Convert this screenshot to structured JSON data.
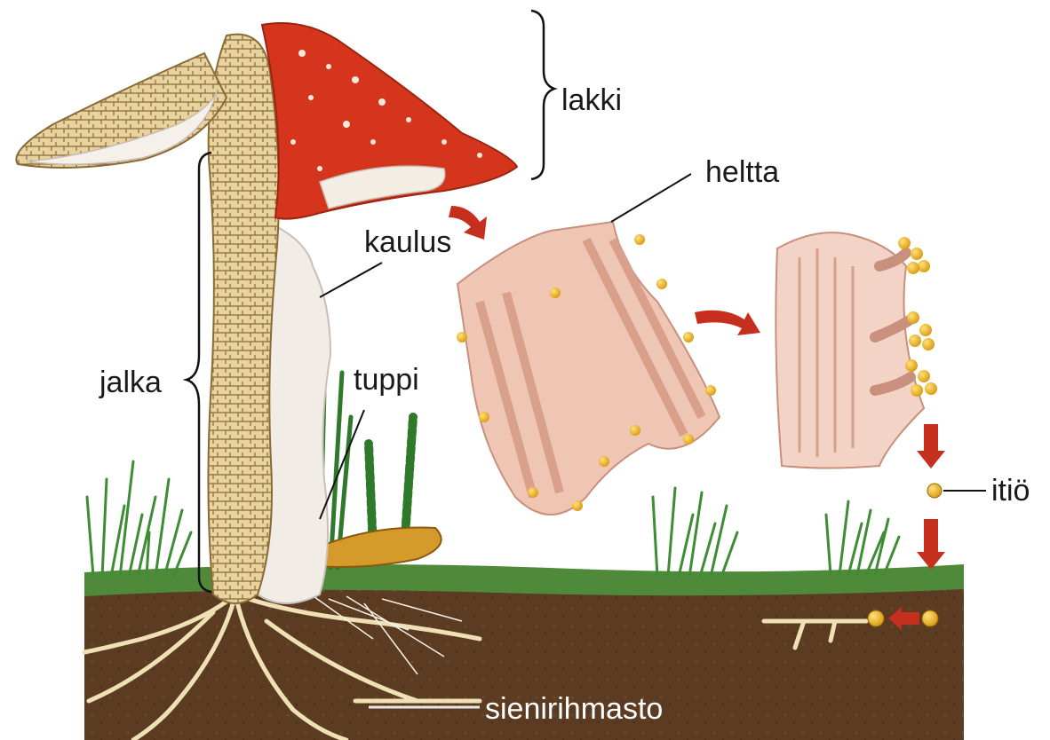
{
  "labels": {
    "cap": "lakki",
    "gill": "heltta",
    "ring": "kaulus",
    "stem": "jalka",
    "volva": "tuppi",
    "spore": "itiö",
    "mycelium": "sienirihmasto"
  },
  "colors": {
    "cap": "#d4351c",
    "cap_spots": "#f6e9dc",
    "hyphae": "#e6cf99",
    "gill_tissue": "#efb9a5",
    "spores": "#f1b51b",
    "arrows": "#c62f1d",
    "soil": "#5a3a22",
    "grass": "#3e8d34"
  }
}
